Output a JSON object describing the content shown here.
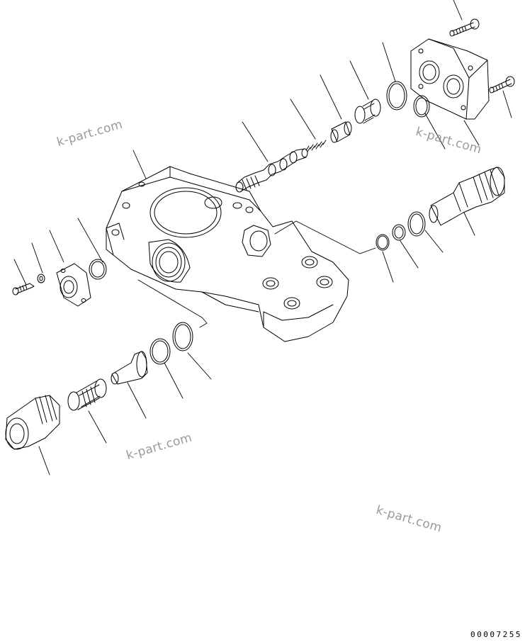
{
  "watermarks": [
    "k-part.com",
    "k-part.com",
    "k-part.com",
    "k-part.com"
  ],
  "drawing_number": "00007255"
}
